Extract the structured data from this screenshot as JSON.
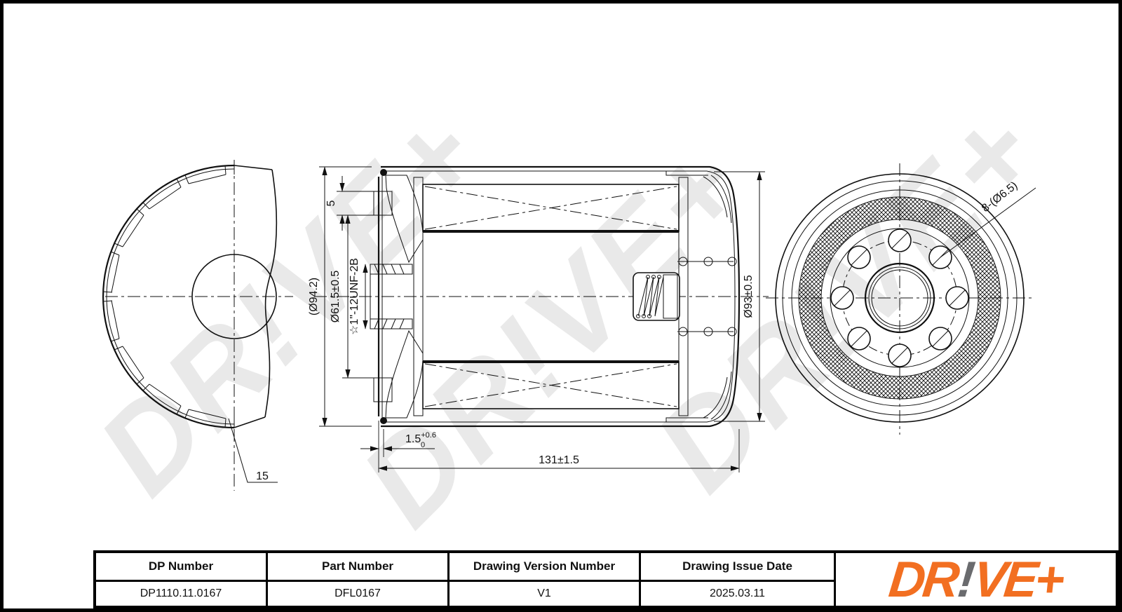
{
  "drawing": {
    "watermark": "DR!VE+",
    "left_view": {
      "flange_note": "15"
    },
    "section_view": {
      "outer_diameter": "(Ø94.2)",
      "seal_inner_diameter": "Ø61.5±0.5",
      "thread_spec": "☆1\"-12UNF-2B",
      "seal_height": "5",
      "base_offset_value": "1.5",
      "base_offset_upper_tol": "+0.6",
      "base_offset_lower_tol": "0",
      "total_length": "131±1.5",
      "body_diameter": "Ø93±0.5"
    },
    "end_view": {
      "bolt_holes_note": "8-(Ø6.5)"
    }
  },
  "title_block": {
    "columns": [
      {
        "header": "DP Number",
        "value": "DP1110.11.0167"
      },
      {
        "header": "Part Number",
        "value": "DFL0167"
      },
      {
        "header": "Drawing Version Number",
        "value": "V1"
      },
      {
        "header": "Drawing Issue Date",
        "value": "2025.03.11"
      }
    ],
    "logo": {
      "part1": "DR",
      "part2": "!",
      "part3": "VE+"
    }
  },
  "colors": {
    "logo_orange": "#F26F21",
    "logo_gray": "#6A6B6E",
    "line": "#111111",
    "watermark_gray": "#e9e9e9"
  }
}
